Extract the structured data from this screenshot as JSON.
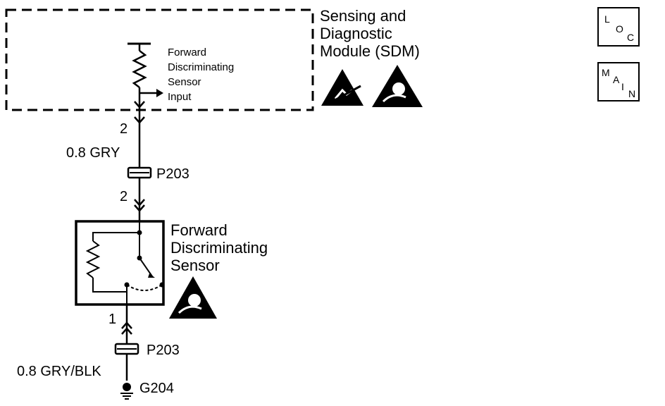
{
  "module": {
    "name_lines": [
      "Sensing and",
      "Diagnostic",
      "Module (SDM)"
    ],
    "input_lines": [
      "Forward",
      "Discriminating",
      "Sensor",
      "Input"
    ]
  },
  "upper_circuit": {
    "pin_module": "2",
    "wire": "0.8 GRY",
    "connector": "P203",
    "pin_sensor": "2"
  },
  "sensor": {
    "name_lines": [
      "Forward",
      "Discriminating",
      "Sensor"
    ]
  },
  "lower_circuit": {
    "pin_sensor": "1",
    "connector": "P203",
    "wire": "0.8 GRY/BLK",
    "ground": "G204"
  },
  "nav": {
    "loc": [
      "L",
      "O",
      "C"
    ],
    "main": [
      "M",
      "A",
      "I",
      "N"
    ]
  },
  "icons": [
    "esd-sensitive-icon",
    "airbag-icon",
    "airbag-icon"
  ]
}
